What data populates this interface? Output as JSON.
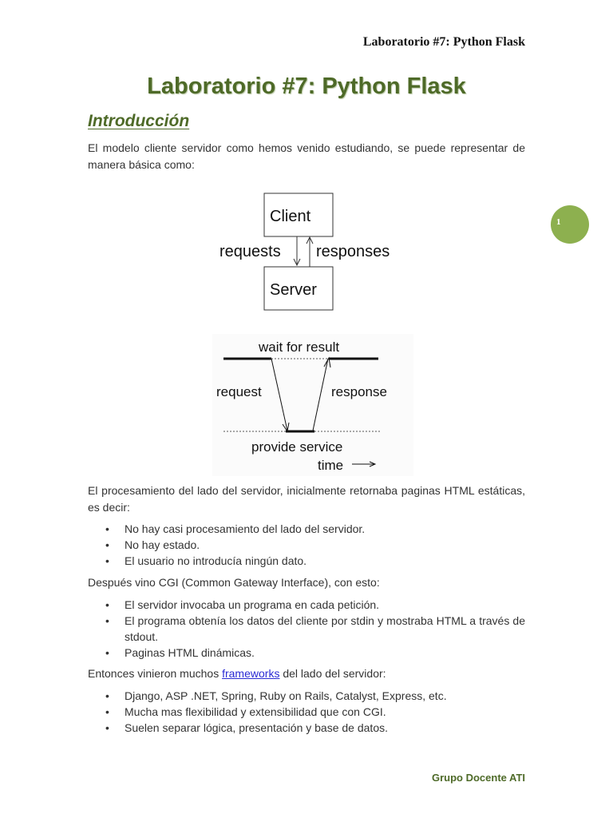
{
  "header": {
    "running_title": "Laboratorio #7: Python Flask"
  },
  "title": "Laboratorio #7: Python Flask",
  "page_number": "1",
  "section": {
    "heading": "Introducción"
  },
  "intro_paragraph": "El modelo cliente servidor como hemos venido estudiando, se puede representar de manera básica como:",
  "diagram1": {
    "client": "Client",
    "server": "Server",
    "requests": "requests",
    "responses": "responses"
  },
  "diagram2": {
    "wait": "wait for result",
    "request": "request",
    "response": "response",
    "provide": "provide service",
    "time": "time"
  },
  "server_paragraph": "El procesamiento del lado del servidor, inicialmente retornaba paginas HTML estáticas, es decir:",
  "server_bullets": [
    "No hay casi procesamiento del lado del servidor.",
    "No hay estado.",
    "El usuario no introducía ningún dato."
  ],
  "cgi_paragraph": "Después vino CGI (Common Gateway Interface), con esto:",
  "cgi_bullets": [
    "El servidor invocaba un programa en cada petición.",
    "El programa obtenía los datos del cliente por stdin y mostraba HTML a través de stdout.",
    "Paginas HTML dinámicas."
  ],
  "frameworks_paragraph": {
    "before": "Entonces vinieron muchos ",
    "link": "frameworks",
    "after": " del lado del servidor:"
  },
  "framework_bullets": [
    "Django, ASP .NET, Spring, Ruby on Rails, Catalyst, Express, etc.",
    "Mucha mas flexibilidad y extensibilidad que con CGI.",
    "Suelen separar lógica, presentación y base de datos."
  ],
  "footer": {
    "text": "Grupo Docente ATI"
  },
  "colors": {
    "heading_green": "#4e6a28",
    "badge_green": "#8db04f",
    "link_blue": "#2a2ad4",
    "body_text": "#333333"
  }
}
